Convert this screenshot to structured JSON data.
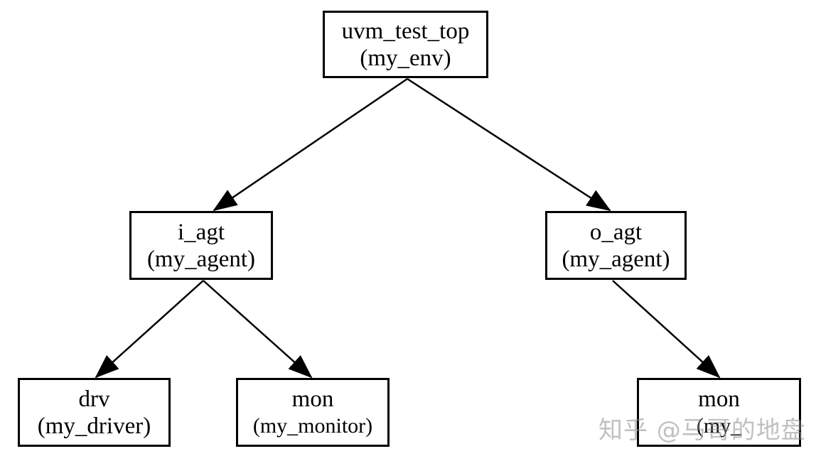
{
  "diagram": {
    "nodes": [
      {
        "id": "root",
        "name": "uvm_test_top",
        "type": "(my_env)"
      },
      {
        "id": "i-agt",
        "name": "i_agt",
        "type": "(my_agent)"
      },
      {
        "id": "o-agt",
        "name": "o_agt",
        "type": "(my_agent)"
      },
      {
        "id": "drv",
        "name": "drv",
        "type": "(my_driver)"
      },
      {
        "id": "mon-i",
        "name": "mon",
        "type": "(my_monitor)"
      },
      {
        "id": "mon-o",
        "name": "mon",
        "type": "(my_"
      }
    ],
    "edges": [
      {
        "from": "root",
        "to": "i-agt"
      },
      {
        "from": "root",
        "to": "o-agt"
      },
      {
        "from": "i-agt",
        "to": "drv"
      },
      {
        "from": "i-agt",
        "to": "mon-i"
      },
      {
        "from": "o-agt",
        "to": "mon-o"
      }
    ]
  },
  "watermark": "知乎 @马哥的地盘",
  "colors": {
    "stroke": "#000000",
    "background": "#ffffff"
  }
}
